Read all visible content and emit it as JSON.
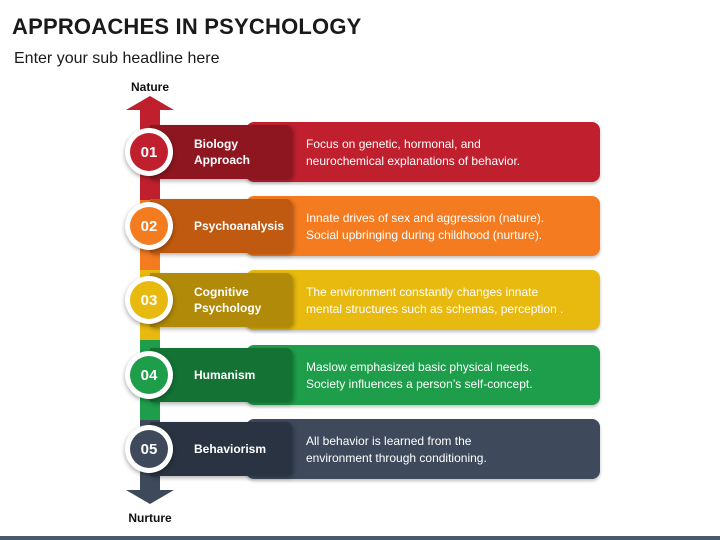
{
  "title": "APPROACHES IN PSYCHOLOGY",
  "subtitle": "Enter your sub headline here",
  "axis": {
    "top": "Nature",
    "bottom": "Nurture"
  },
  "items": [
    {
      "number": "01",
      "label_line1": "Biology",
      "label_line2": "Approach",
      "desc_line1": "Focus on genetic, hormonal, and",
      "desc_line2": "neurochemical explanations of behavior.",
      "color": "#c0202e",
      "dark": "#8e1620"
    },
    {
      "number": "02",
      "label_line1": "Psychoanalysis",
      "label_line2": "",
      "desc_line1": "Innate drives of sex and aggression (nature).",
      "desc_line2": "Social upbringing during childhood (nurture).",
      "color": "#f47b20",
      "dark": "#c05a10"
    },
    {
      "number": "03",
      "label_line1": "Cognitive",
      "label_line2": "Psychology",
      "desc_line1": "The environment constantly changes innate",
      "desc_line2": "mental structures such as schemas, perception .",
      "color": "#e8b90f",
      "dark": "#b08a08"
    },
    {
      "number": "04",
      "label_line1": "Humanism",
      "label_line2": "",
      "desc_line1": "Maslow emphasized basic physical needs.",
      "desc_line2": "Society influences a person’s self-concept.",
      "color": "#1e9e4a",
      "dark": "#137234"
    },
    {
      "number": "05",
      "label_line1": "Behaviorism",
      "label_line2": "",
      "desc_line1": "All behavior is learned from the",
      "desc_line2": "environment through conditioning.",
      "color": "#3e4a5c",
      "dark": "#2a3342"
    }
  ]
}
